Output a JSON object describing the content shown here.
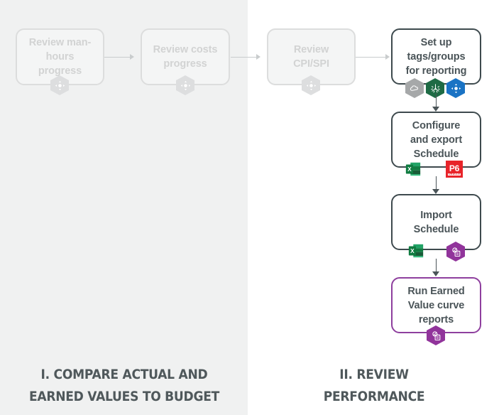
{
  "diagram": {
    "title": "Earned value management process flow",
    "colors": {
      "panel_left_bg": "#f0f1f1",
      "panel_right_bg": "#ffffff",
      "active_border": "#3e4a4e",
      "accent_border": "#8e3f9e",
      "faded_border": "#dcdddd",
      "text_active": "#4a5458",
      "text_faded": "#d2d3d3",
      "caption_text": "#4f585b",
      "connector": "#c9cccd",
      "connector_dark": "#4a5458"
    },
    "stages": [
      {
        "key": "compare",
        "caption": "I. COMPARE ACTUAL AND\nEARNED VALUES TO BUDGET",
        "state": "faded",
        "nodes": [
          {
            "id": "review-man-hours-progress",
            "label": "Review man-\nhours\nprogress",
            "state": "faded",
            "icons": [
              {
                "name": "nav-dots-hexagon-icon",
                "shape": "hexagon",
                "color": "#dddedf",
                "glyph": "nav-dots"
              }
            ]
          },
          {
            "id": "review-costs-progress",
            "label": "Review costs\nprogress",
            "state": "faded",
            "icons": [
              {
                "name": "nav-dots-hexagon-icon",
                "shape": "hexagon",
                "color": "#dddedf",
                "glyph": "nav-dots"
              }
            ]
          },
          {
            "id": "review-cpi-spi",
            "label": "Review\nCPI/SPI",
            "state": "faded",
            "icons": [
              {
                "name": "nav-dots-hexagon-icon",
                "shape": "hexagon",
                "color": "#dddedf",
                "glyph": "nav-dots"
              }
            ]
          }
        ]
      },
      {
        "key": "review",
        "caption": "II. REVIEW\nPERFORMANCE",
        "state": "active",
        "nodes": [
          {
            "id": "set-up-tags-groups-for-reporting",
            "label": "Set up\ntags/groups\nfor reporting",
            "state": "active",
            "icons": [
              {
                "name": "cloud-hexagon-icon",
                "shape": "hexagon",
                "color": "#a6a8a9",
                "glyph": "cloud"
              },
              {
                "name": "starburst-hexagon-icon",
                "shape": "hexagon",
                "color": "#1e6b45",
                "glyph": "starburst"
              },
              {
                "name": "nav-dots-hexagon-icon",
                "shape": "hexagon",
                "color": "#1a73c4",
                "glyph": "nav-dots"
              }
            ]
          },
          {
            "id": "configure-and-export-schedule",
            "label": "Configure\nand export\nSchedule",
            "state": "active",
            "icons": [
              {
                "name": "microsoft-excel-icon",
                "shape": "tile",
                "color": "#1d7044",
                "glyph": "excel",
                "text": "X"
              },
              {
                "name": "oracle-primavera-p6-icon",
                "shape": "tile",
                "color": "#e8242a",
                "glyph": "p6",
                "text": "P6",
                "subtext": "ORACLE"
              }
            ]
          },
          {
            "id": "import-schedule",
            "label": "Import\nSchedule",
            "state": "active",
            "icons": [
              {
                "name": "microsoft-excel-icon",
                "shape": "tile",
                "color": "#1d7044",
                "glyph": "excel",
                "text": "X"
              },
              {
                "name": "report-viewer-hexagon-icon",
                "shape": "hexagon",
                "color": "#91349b",
                "glyph": "report-viewer"
              }
            ]
          },
          {
            "id": "run-earned-value-curve-reports",
            "label": "Run Earned\nValue curve\nreports",
            "state": "active-accent",
            "icons": [
              {
                "name": "report-viewer-hexagon-icon",
                "shape": "hexagon",
                "color": "#91349b",
                "glyph": "report-viewer"
              }
            ]
          }
        ]
      }
    ]
  }
}
